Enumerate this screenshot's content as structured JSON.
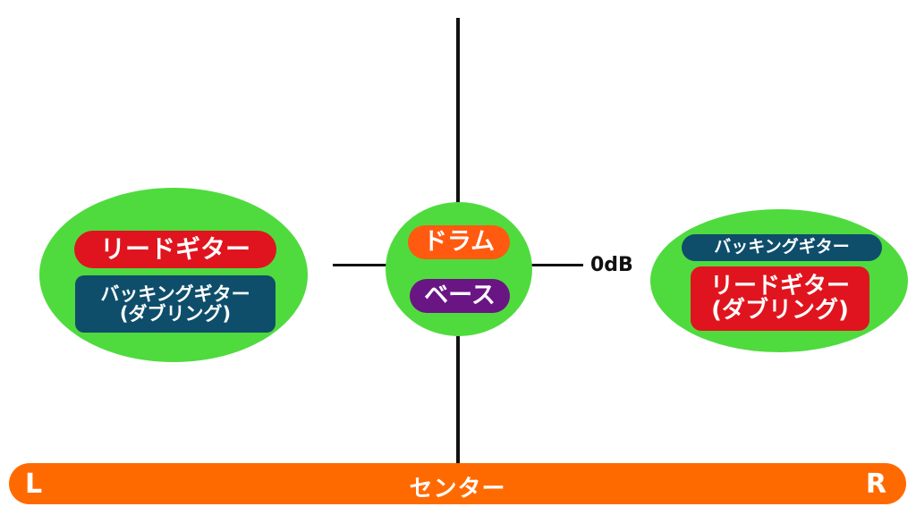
{
  "colors": {
    "ellipse": "#4fdb3e",
    "lead_guitar": "#e0141e",
    "backing_guitar": "#0e4e6b",
    "drums": "#ff5a10",
    "bass": "#6a1584",
    "bar": "#ff6a00",
    "axis": "#111111"
  },
  "left_group": {
    "lead": "リードギター",
    "backing_line1": "バッキングギター",
    "backing_line2": "(ダブリング)"
  },
  "center_group": {
    "drums": "ドラム",
    "bass": "ベース"
  },
  "right_group": {
    "backing": "バッキングギター",
    "lead_line1": "リードギター",
    "lead_line2": "(ダブリング)"
  },
  "level_label": "0dB",
  "pan_bar": {
    "left": "L",
    "center": "センター",
    "right": "R"
  }
}
